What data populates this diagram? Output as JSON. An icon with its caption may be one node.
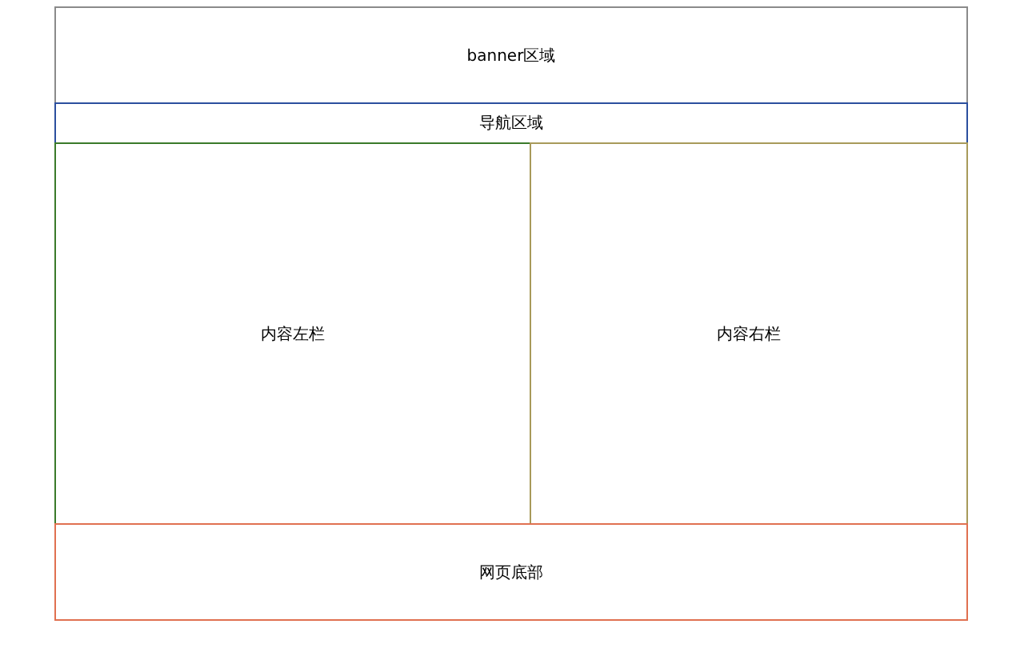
{
  "diagram": {
    "nodes": [
      {
        "text": [
          "banner区域"
        ]
      },
      {
        "text": [
          "导航区域"
        ]
      },
      {
        "text": [
          "内容左栏"
        ]
      },
      {
        "text": [
          "内容右栏"
        ]
      },
      {
        "text": [
          "网页底部"
        ]
      }
    ]
  }
}
